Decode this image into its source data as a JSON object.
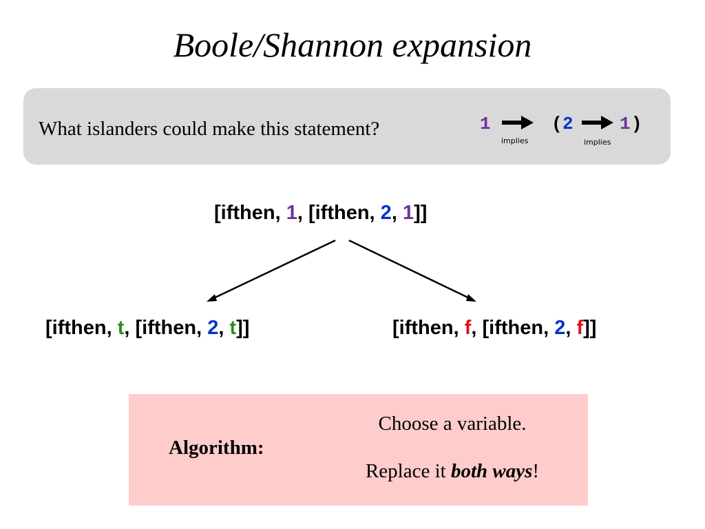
{
  "title": "Boole/Shannon expansion",
  "question": {
    "text": "What islanders could make this statement?",
    "statement": {
      "first_var": "1",
      "arrow1_label": "implies",
      "open_paren": "(",
      "second_var": "2",
      "arrow2_label": "implies",
      "third_var": "1",
      "close_paren": ")"
    },
    "colors": {
      "var1": "#7030a0",
      "var2": "#0033cc"
    }
  },
  "tree": {
    "root": {
      "p1": "[ifthen, ",
      "v1": "1",
      "p2": ", [ifthen, ",
      "v2": "2",
      "p3": ", ",
      "v3": "1",
      "p4": "]]"
    },
    "left": {
      "p1": "[ifthen, ",
      "v1": "t",
      "p2": ", [ifthen, ",
      "v2": "2",
      "p3": ", ",
      "v3": "t",
      "p4": "]]"
    },
    "right": {
      "p1": "[ifthen, ",
      "v1": "f",
      "p2": ", [ifthen, ",
      "v2": "2",
      "p3": ", ",
      "v3": "f",
      "p4": "]]"
    },
    "colors": {
      "true": "#2e8b22",
      "false": "#e0101a"
    }
  },
  "algorithm": {
    "label": "Algorithm:",
    "line1": "Choose a variable.",
    "line2_prefix": "Replace it ",
    "line2_emphasis": "both ways",
    "line2_suffix": "!"
  }
}
